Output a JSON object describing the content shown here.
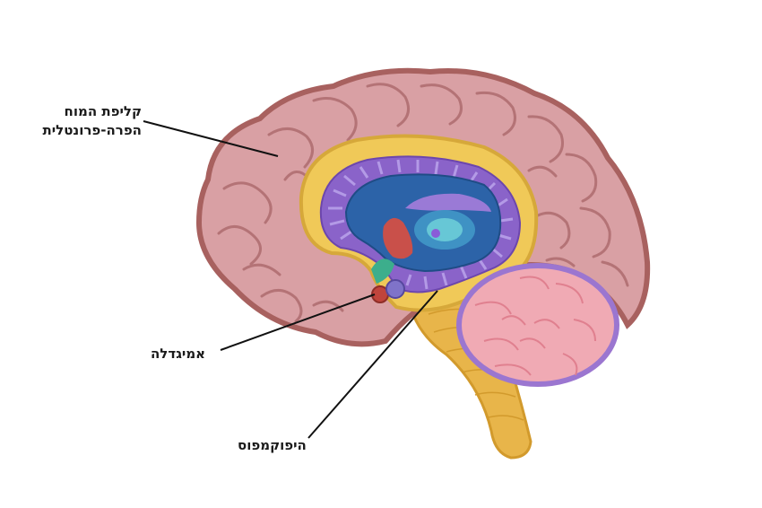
{
  "labels": {
    "prefrontal_line1": "קליפת המוח",
    "prefrontal_line2": "הפרה-פרונטלית",
    "amygdala": "אמיגדלה",
    "hippocampus": "היפוקמפוס"
  },
  "colors": {
    "cortex": "#d9a0a4",
    "cortex_outline": "#a8615f",
    "cortex_sulcus": "#b47376",
    "corpus_callosum": "#f0c958",
    "ventricle_purple": "#8a63c9",
    "thalamus_blue": "#2c63a8",
    "cerebellum": "#f0aab4",
    "brainstem": "#e8b54a",
    "amygdala": "#c0443c",
    "leader_line": "#111111"
  }
}
